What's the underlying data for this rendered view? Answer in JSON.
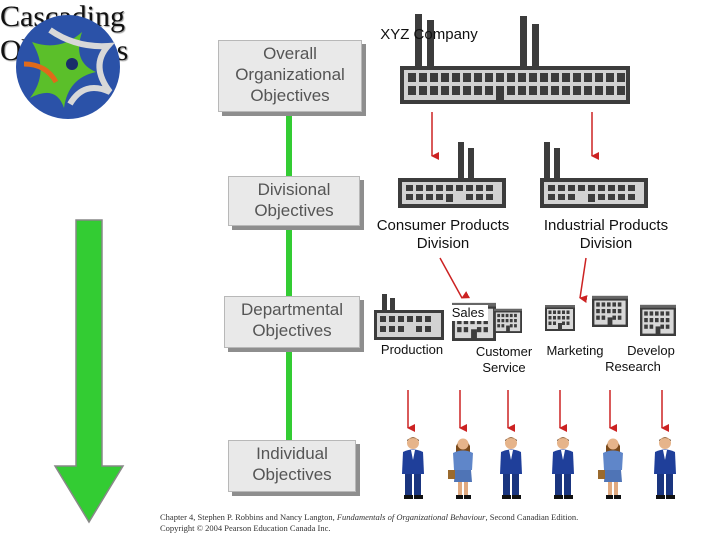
{
  "slide": {
    "title_line1": "Cascading",
    "title_line2": "Objectives"
  },
  "levels": {
    "overall_line1": "Overall",
    "overall_line2": "Organizational",
    "overall_line3": "Objectives",
    "divisional_line1": "Divisional",
    "divisional_line2": "Objectives",
    "departmental_line1": "Departmental",
    "departmental_line2": "Objectives",
    "individual_line1": "Individual",
    "individual_line2": "Objectives"
  },
  "company": {
    "name": "XYZ Company"
  },
  "divisions": {
    "consumer_line1": "Consumer Products",
    "consumer_line2": "Division",
    "industrial_line1": "Industrial Products",
    "industrial_line2": "Division"
  },
  "departments": {
    "sales": "Sales",
    "production": "Production",
    "customer_service_line1": "Customer",
    "customer_service_line2": "Service",
    "marketing": "Marketing",
    "develop_research_line1": "Develop",
    "develop_research_line2": "Research"
  },
  "footer": {
    "line1_a": "Chapter 4, Stephen P. Robbins and Nancy Langton, ",
    "line1_b": "Fundamentals of Organizational Behaviour",
    "line1_c": ", Second Canadian Edition.",
    "line2": "Copyright © 2004 Pearson Education Canada Inc."
  },
  "colors": {
    "cascade_arrow": "#33cc33",
    "connector_arrow": "#cc2222",
    "logo_blue": "#2b52a8",
    "logo_green": "#5bbf2a",
    "building": "#444444"
  },
  "icons": [
    "globe-logo-icon",
    "factory-icon",
    "office-building-icon",
    "businessman-icon",
    "businesswoman-icon"
  ]
}
